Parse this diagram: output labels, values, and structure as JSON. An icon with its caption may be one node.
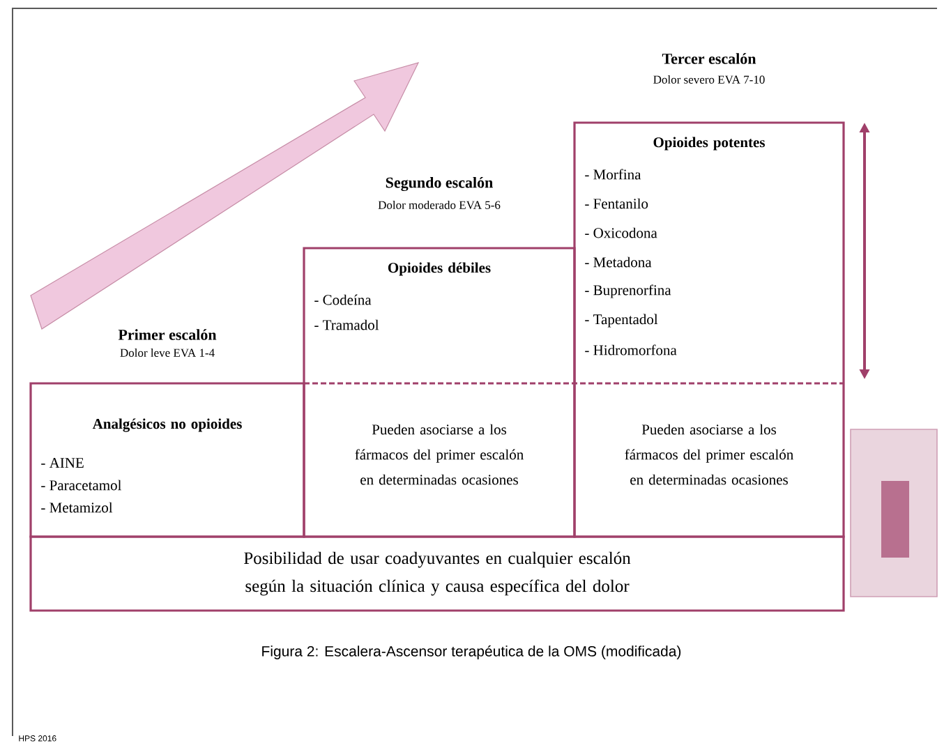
{
  "diagram": {
    "caption": "Figura 2: Escalera-Ascensor terapéutica de la OMS (modificada)",
    "nodes": [
      {
        "text": [
          "Primer escalón",
          "Dolor leve EVA 1-4",
          "Analgésicos no opioides",
          "- AINE",
          "- Paracetamol",
          "- Metamizol"
        ]
      },
      {
        "text": [
          "Segundo escalón",
          "Dolor moderado EVA 5-6",
          "Opioides débiles",
          "- Codeína",
          "- Tramadol",
          "Pueden asociarse a los fármacos del primer escalón en determinadas ocasiones"
        ]
      },
      {
        "text": [
          "Tercer escalón",
          "Dolor severo EVA 7-10",
          "Opioides potentes",
          "- Morfina",
          "- Fentanilo",
          "- Oxicodona",
          "- Metadona",
          "- Buprenorfina",
          "- Tapentadol",
          "- Hidromorfona",
          "Pueden asociarse a los fármacos del primer escalón en determinadas ocasiones"
        ]
      },
      {
        "text": [
          "Posibilidad de usar coadyuvantes en cualquier escalón según la situación clínica y causa específica del dolor"
        ]
      },
      {
        "text": [],
        "shape": "box"
      }
    ],
    "edges": [],
    "labels": [
      "HPS 2016"
    ]
  }
}
